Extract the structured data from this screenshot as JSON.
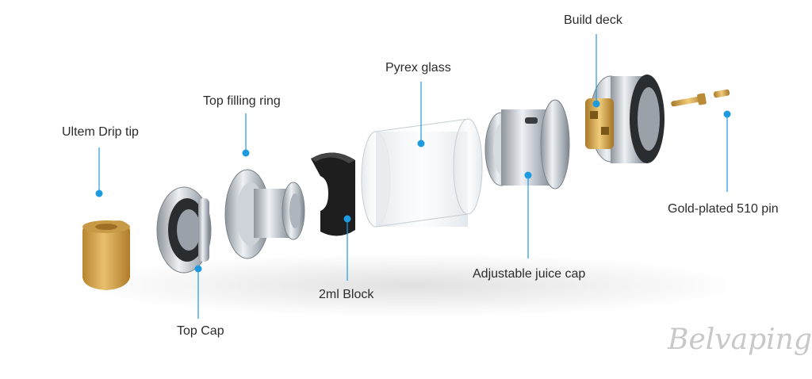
{
  "colors": {
    "leader": "#1e9ae0",
    "label_text": "#2b2b2b",
    "steel": "#b9bfc6",
    "gold": "#d6a64a",
    "ultem": "#d6a54e",
    "block": "#1c1c1c",
    "glass": "#e9edf0"
  },
  "labels": {
    "drip_tip": "Ultem Drip tip",
    "top_cap": "Top Cap",
    "top_filling_ring": "Top filling ring",
    "block": "2ml Block",
    "pyrex_glass": "Pyrex glass",
    "juice_cap": "Adjustable juice cap",
    "build_deck": "Build deck",
    "pin": "Gold-plated 510 pin"
  },
  "watermark": "Belvaping.com"
}
